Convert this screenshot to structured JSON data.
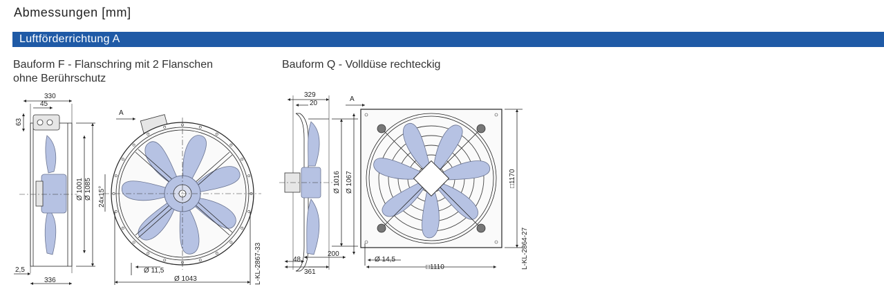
{
  "page": {
    "title": "Abmessungen [mm]",
    "section": "Luftförderrichtung A"
  },
  "variant_f": {
    "caption_line1": "Bauform F - Flanschring mit 2 Flanschen",
    "caption_line2": "ohne Berührschutz",
    "dims": {
      "width_330": "330",
      "width_45": "45",
      "height_63": "63",
      "dia_1001": "Ø 1001",
      "dia_1085": "Ø 1085",
      "holes": "24x15°",
      "hole_dia": "Ø 11,5",
      "dia_1043": "Ø 1043",
      "gap": "2,5",
      "depth": "336",
      "arrow": "A",
      "drawing_no": "L-KL-2867-33"
    }
  },
  "variant_q": {
    "caption": "Bauform Q - Volldüse rechteckig",
    "dims": {
      "width_329": "329",
      "width_20": "20",
      "dia_1016": "Ø 1016",
      "dia_1067": "Ø 1067",
      "w_48": "48",
      "w_200": "200",
      "w_361": "361",
      "hole_dia": "Ø 14,5",
      "square_1110": "□1110",
      "square_1170": "□1170",
      "arrow": "A",
      "drawing_no": "L-KL-2864-27"
    }
  }
}
